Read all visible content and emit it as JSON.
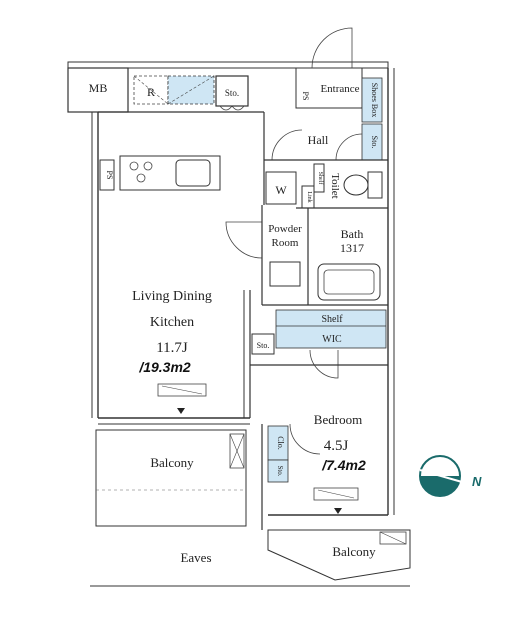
{
  "rooms": {
    "mb": "MB",
    "r": "R",
    "sto_top": "Sto.",
    "ps_left": "PS",
    "ps_entrance": "PS",
    "entrance": "Entrance",
    "shoes_box": "Shoes Box",
    "sto_hall": "Sto.",
    "hall": "Hall",
    "w": "W",
    "link": "Link",
    "shelf_toilet": "Shelf",
    "toilet": "Toilet",
    "powder_room_1": "Powder",
    "powder_room_2": "Room",
    "bath": "Bath",
    "bath_size": "1317",
    "living_1": "Living Dining",
    "living_2": "Kitchen",
    "living_size": "11.7J",
    "living_m2": "/19.3m2",
    "shelf_wic": "Shelf",
    "wic": "WIC",
    "sto_wic": "Sto.",
    "bedroom": "Bedroom",
    "bedroom_size": "4.5J",
    "bedroom_m2": "/7.4m2",
    "clo": "Clo.",
    "sto_bed": "Sto.",
    "balcony_left": "Balcony",
    "balcony_right": "Balcony",
    "eaves": "Eaves"
  },
  "compass": {
    "label": "N",
    "color": "#1a6b6b"
  },
  "colors": {
    "storage": "#cfe6f4",
    "wall": "#333333"
  }
}
